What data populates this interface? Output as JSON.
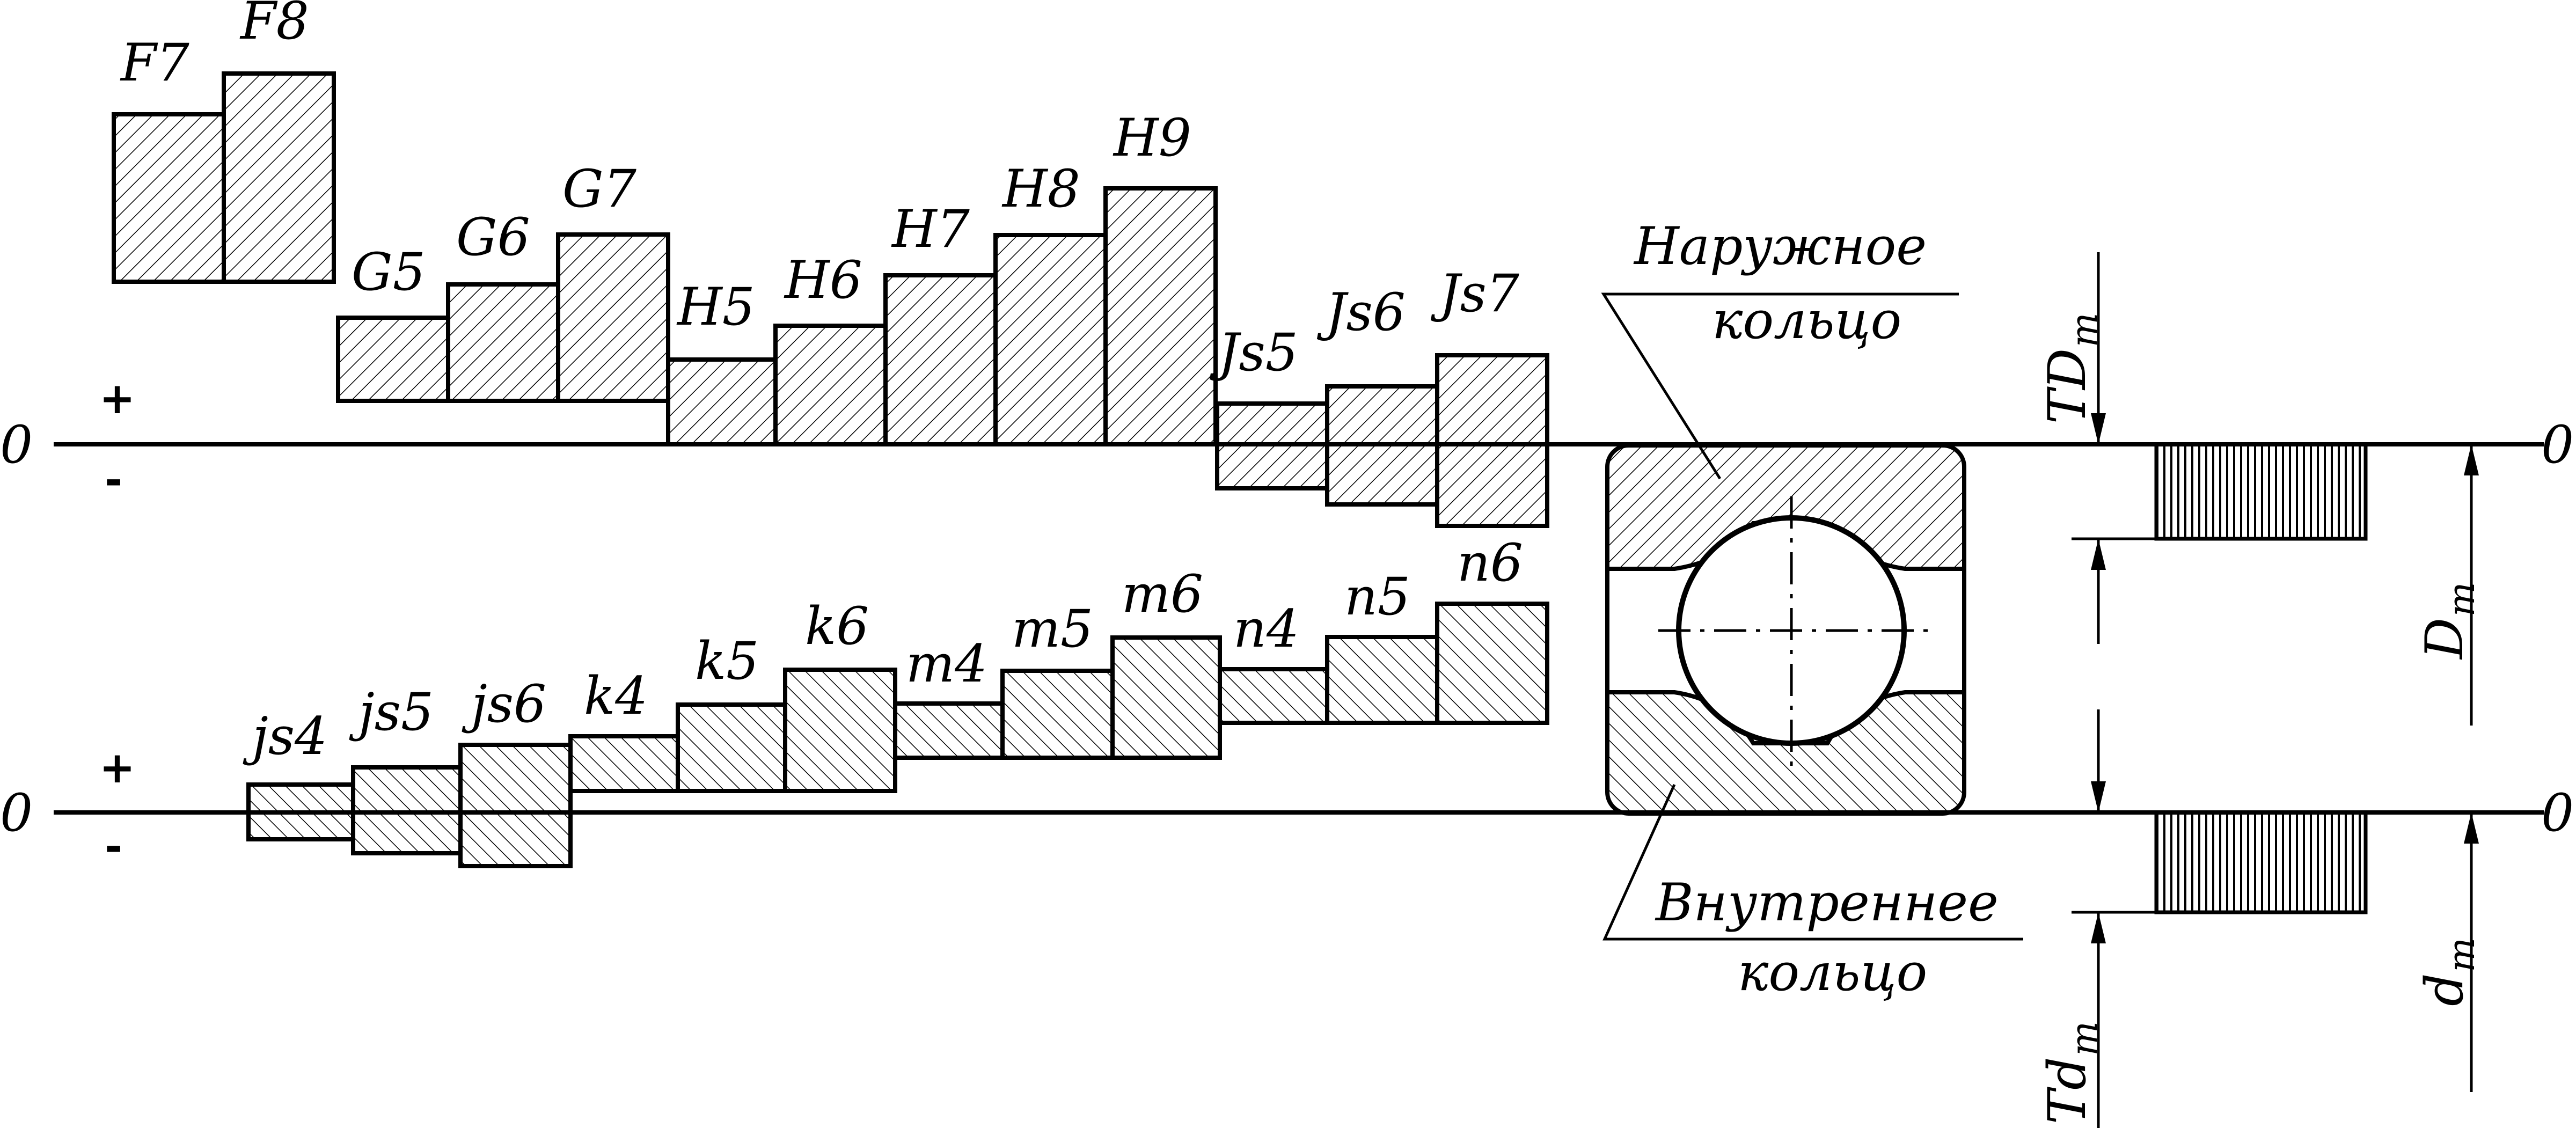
{
  "zero_line_top": {
    "left_label": "0",
    "right_label": "0",
    "plus": "+",
    "minus": "-"
  },
  "zero_line_bottom": {
    "left_label": "0",
    "right_label": "0",
    "plus": "+",
    "minus": "-"
  },
  "hole_tolerance_fields": [
    "F7",
    "F8",
    "G5",
    "G6",
    "G7",
    "H5",
    "H6",
    "H7",
    "H8",
    "H9",
    "Js5",
    "Js6",
    "Js7"
  ],
  "shaft_tolerance_fields": [
    "js4",
    "js5",
    "js6",
    "k4",
    "k5",
    "k6",
    "m4",
    "m5",
    "m6",
    "n4",
    "n5",
    "n6"
  ],
  "bearing": {
    "outer_ring_line1": "Наружное",
    "outer_ring_line2": "кольцо",
    "inner_ring_line1": "Внутреннее",
    "inner_ring_line2": "кольцо"
  },
  "dimensions": {
    "outer_tolerance": {
      "main": "TD",
      "sub": "m"
    },
    "outer_diameter": {
      "main": "D",
      "sub": "m"
    },
    "inner_tolerance": {
      "main": "Td",
      "sub": "m"
    },
    "inner_diameter": {
      "main": "d",
      "sub": "m"
    }
  }
}
